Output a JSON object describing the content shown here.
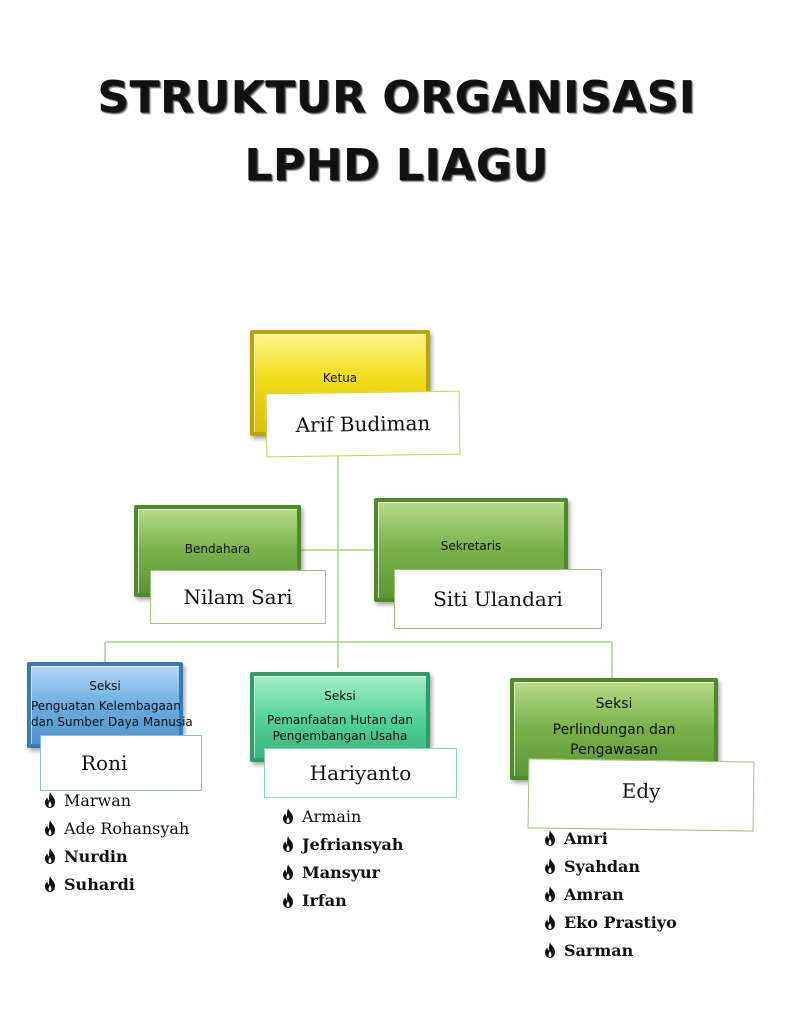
{
  "title_line1": "STRUKTUR ORGANISASI",
  "title_line2": "LPHD LIAGU",
  "icon": "flame-icon",
  "colors": {
    "ketua": "#f0dc1a",
    "bendahara": "#79b04a",
    "sekretaris": "#79b04a",
    "seksi1": "#6aaee0",
    "seksi2": "#56d39a",
    "seksi3": "#79b04a",
    "connector": "#a8d08d"
  },
  "ketua": {
    "role": "Ketua",
    "name": "Arif Budiman"
  },
  "bendahara": {
    "role": "Bendahara",
    "name": "Nilam Sari"
  },
  "sekretaris": {
    "role": "Sekretaris",
    "name": "Siti Ulandari"
  },
  "seksi1": {
    "role_l1": "Seksi",
    "role_l2": "Penguatan Kelembagaan",
    "role_l3": "dan Sumber Daya Manusia",
    "name": "Roni",
    "members": [
      "Marwan",
      "Ade Rohansyah",
      "Nurdin",
      "Suhardi"
    ]
  },
  "seksi2": {
    "role_l1": "Seksi",
    "role_l2": "Pemanfaatan Hutan dan",
    "role_l3": "Pengembangan Usaha",
    "name": "Hariyanto",
    "members": [
      "Armain",
      "Jefriansyah",
      "Mansyur",
      "Irfan"
    ]
  },
  "seksi3": {
    "role_l1": "Seksi",
    "role_l2": "Perlindungan dan",
    "role_l3": "Pengawasan",
    "name": "Edy",
    "members": [
      "Amri",
      "Syahdan",
      "Amran",
      "Eko Prastiyo",
      "Sarman"
    ]
  }
}
